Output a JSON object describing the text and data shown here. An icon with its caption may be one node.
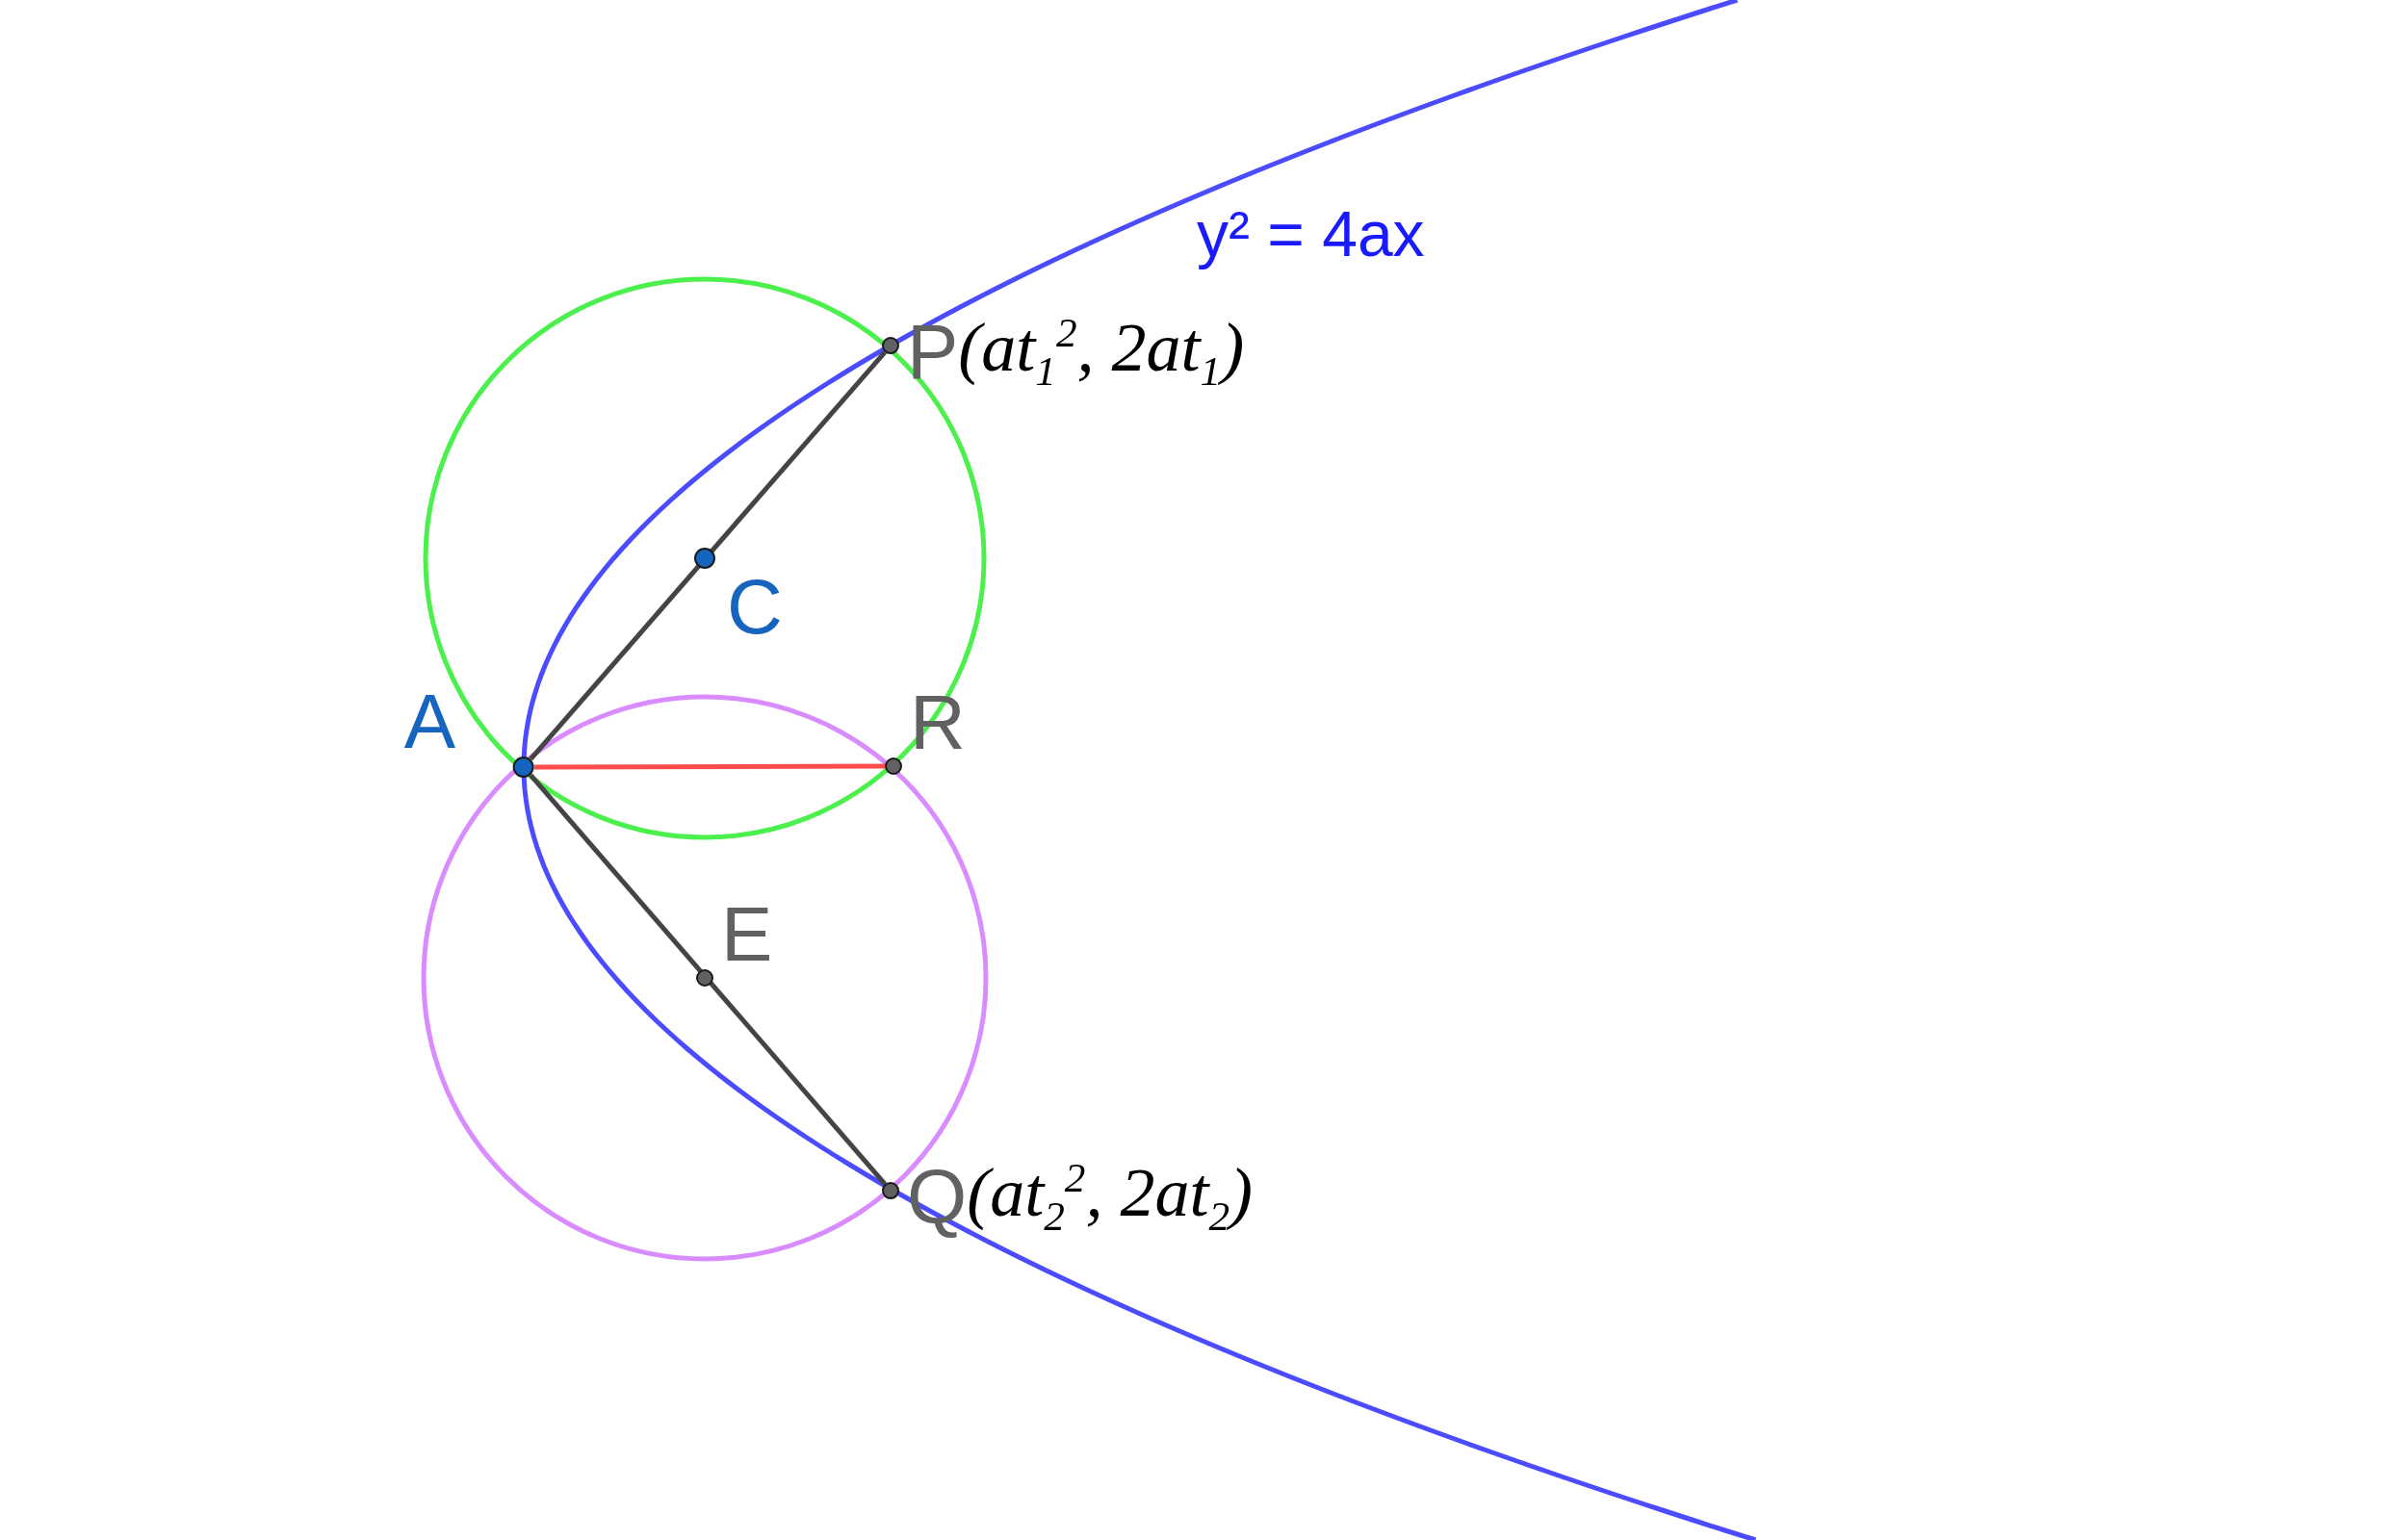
{
  "diagram": {
    "nodes": [
      {
        "text": [
          "A"
        ]
      },
      {
        "text": [
          "P"
        ],
        "beside": [
          "(at$_{1}$$^{2}$, 2at$_{1}$)"
        ]
      },
      {
        "text": [
          "C"
        ]
      },
      {
        "text": [
          "R"
        ]
      },
      {
        "text": [
          "E"
        ]
      },
      {
        "text": [
          "Q"
        ],
        "beside": [
          "(at$_{2}$$^{2}$, 2at$_{2}$)"
        ]
      }
    ],
    "edges": [
      {
        "from": 0,
        "to": 1,
        "arrow": "none"
      },
      {
        "from": 0,
        "to": 5,
        "arrow": "none"
      },
      {
        "from": 0,
        "to": 3,
        "arrow": "none",
        "color": "#ff4d4d"
      }
    ],
    "labels": [
      "y² = 4ax"
    ]
  }
}
